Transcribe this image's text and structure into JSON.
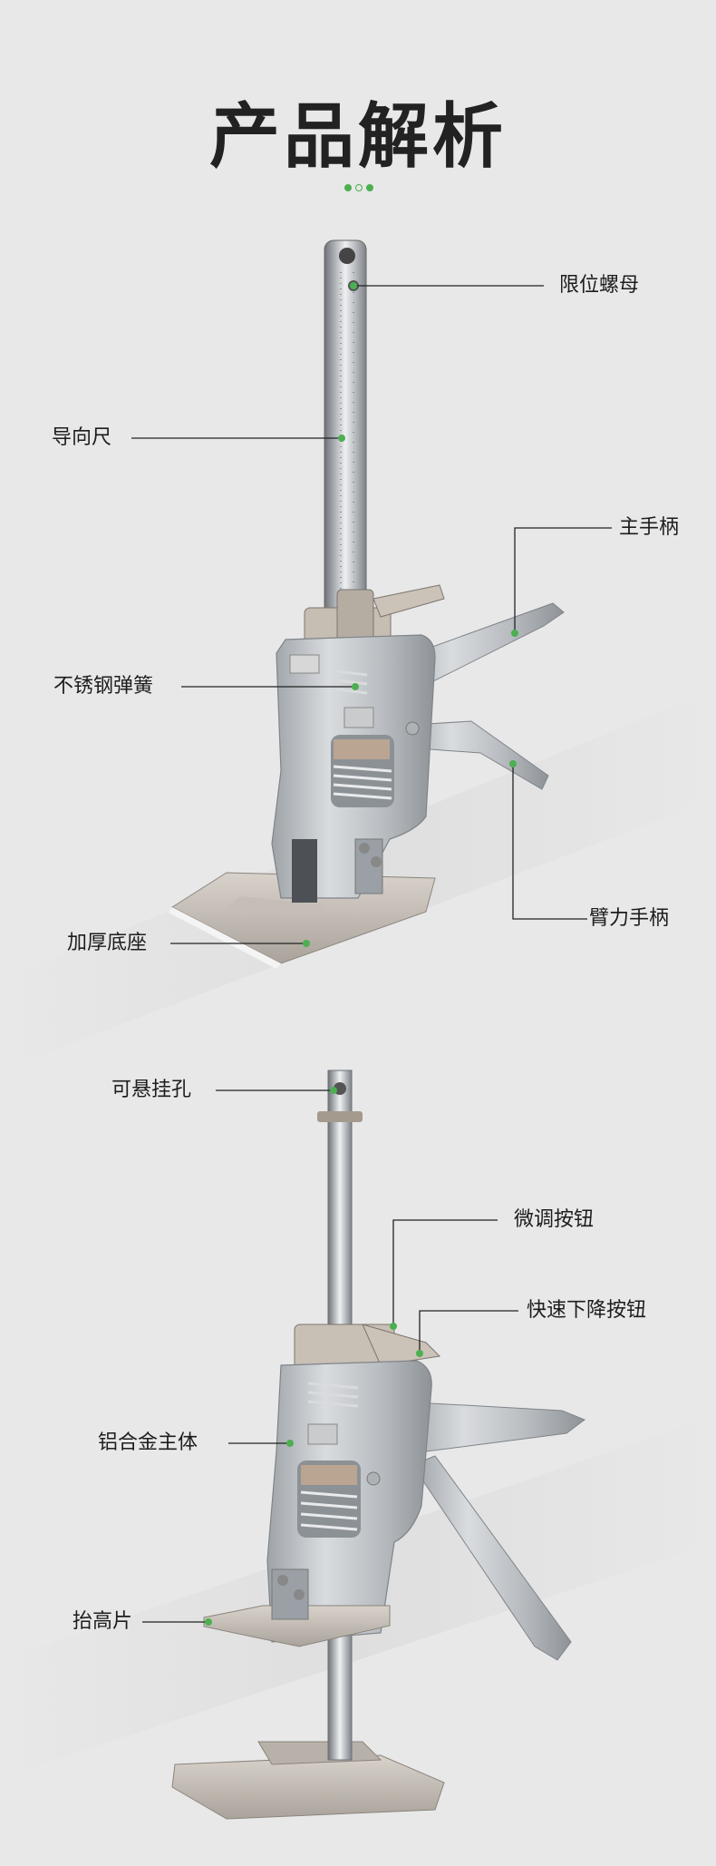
{
  "title": "产品解析",
  "callouts_top": {
    "limit_nut": "限位螺母",
    "guide_ruler": "导向尺",
    "main_handle": "主手柄",
    "spring": "不锈钢弹簧",
    "arm_handle": "臂力手柄",
    "base": "加厚底座"
  },
  "callouts_bottom": {
    "hanging_hole": "可悬挂孔",
    "fine_tune": "微调按钮",
    "quick_release": "快速下降按钮",
    "alloy_body": "铝合金主体",
    "lift_plate": "抬高片"
  },
  "colors": {
    "background": "#e8e8e8",
    "accent": "#4caf50",
    "text": "#222222"
  }
}
